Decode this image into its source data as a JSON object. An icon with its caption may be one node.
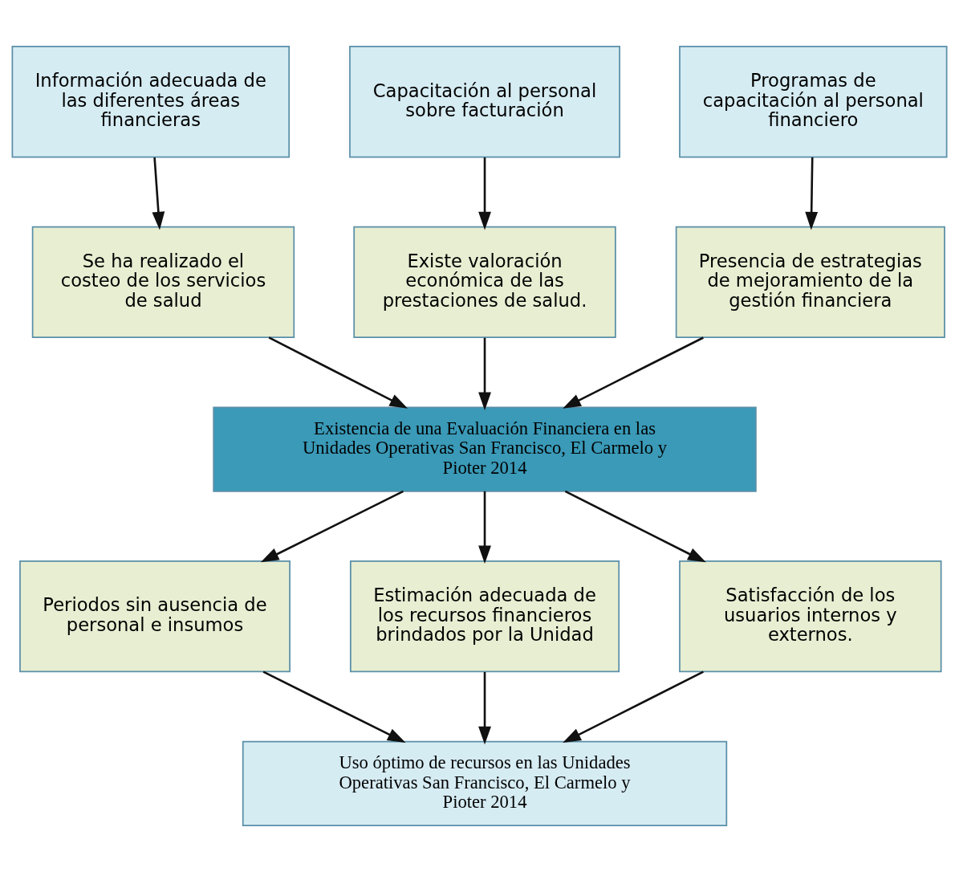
{
  "diagram": {
    "nodes": [
      {
        "text": [
          "Uso óptimo de recursos en las Unidades Operativas San Francisco, El Carmelo y Pioter 2014"
        ]
      },
      {
        "text": [
          "Periodos sin ausencia de personal e insumos"
        ]
      },
      {
        "text": [
          "Estimación adecuada de los recursos financieros brindados por la Unidad"
        ]
      },
      {
        "text": [
          "Satisfacción de los usuarios internos y externos."
        ]
      },
      {
        "text": [
          "Existencia de una Evaluación Financiera en las Unidades Operativas San Francisco, El Carmelo y Pioter 2014"
        ]
      },
      {
        "text": [
          "Se ha realizado el costeo de los servicios de salud"
        ]
      },
      {
        "text": [
          "Existe valoración económica de las prestaciones de salud."
        ]
      },
      {
        "text": [
          "Presencia de estrategias de mejoramiento de la gestión financiera"
        ]
      },
      {
        "text": [
          "Información adecuada de las diferentes áreas financieras"
        ]
      },
      {
        "text": [
          "Capacitación al personal sobre facturación"
        ]
      },
      {
        "text": [
          "Programas de capacitación al personal financiero"
        ]
      }
    ],
    "edges": [
      {
        "from": 1,
        "to": 0,
        "arrow": "to"
      },
      {
        "from": 2,
        "to": 0,
        "arrow": "to"
      },
      {
        "from": 3,
        "to": 0,
        "arrow": "to"
      },
      {
        "from": 4,
        "to": 1,
        "arrow": "to"
      },
      {
        "from": 4,
        "to": 2,
        "arrow": "to"
      },
      {
        "from": 4,
        "to": 3,
        "arrow": "to"
      },
      {
        "from": 5,
        "to": 4,
        "arrow": "to"
      },
      {
        "from": 6,
        "to": 4,
        "arrow": "to"
      },
      {
        "from": 7,
        "to": 4,
        "arrow": "to"
      },
      {
        "from": 8,
        "to": 5,
        "arrow": "to"
      },
      {
        "from": 9,
        "to": 6,
        "arrow": "to"
      },
      {
        "from": 10,
        "to": 7,
        "arrow": "to"
      }
    ]
  }
}
